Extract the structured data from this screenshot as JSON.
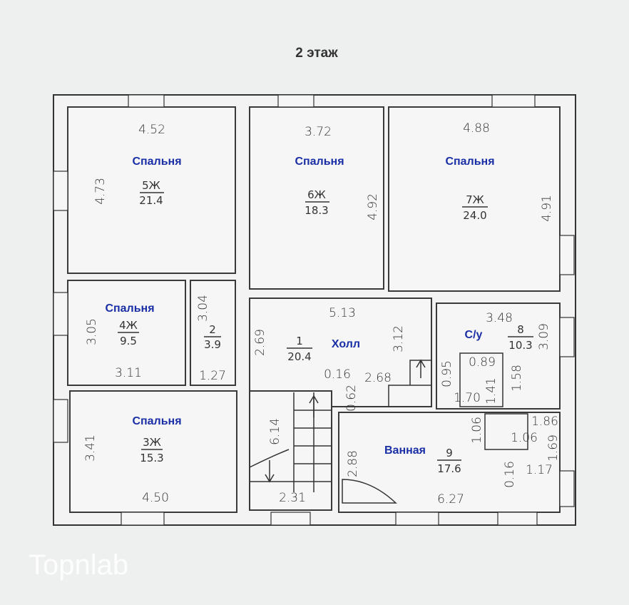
{
  "title": "2 этаж",
  "rooms": [
    {
      "name": "Спальня",
      "number": "5Ж",
      "area": "21.4",
      "dims": [
        "4.52",
        "4.73"
      ]
    },
    {
      "name": "Спальня",
      "number": "6Ж",
      "area": "18.3",
      "dims": [
        "3.72",
        "4.92"
      ]
    },
    {
      "name": "Спальня",
      "number": "7Ж",
      "area": "24.0",
      "dims": [
        "4.88",
        "4.91"
      ]
    },
    {
      "name": "Спальня",
      "number": "4Ж",
      "area": "9.5",
      "dims": [
        "3.05",
        "3.11"
      ]
    },
    {
      "name": "",
      "number": "2",
      "area": "3.9",
      "dims": [
        "3.04",
        "1.27"
      ]
    },
    {
      "name": "Спальня",
      "number": "3Ж",
      "area": "15.3",
      "dims": [
        "3.41",
        "4.50"
      ]
    },
    {
      "name": "Холл",
      "number": "1",
      "area": "20.4",
      "dims": [
        "5.13",
        "2.69",
        "3.12",
        "0.16",
        "2.68",
        "0.62"
      ]
    },
    {
      "name": "С/у",
      "number": "8",
      "area": "10.3",
      "dims": [
        "3.48",
        "3.09",
        "0.95",
        "0.89",
        "1.70",
        "1.41",
        "1.58"
      ]
    },
    {
      "name": "Ванная",
      "number": "9",
      "area": "17.6",
      "dims": [
        "2.88",
        "6.27",
        "1.06",
        "1.86",
        "1.06",
        "1.69",
        "0.16",
        "1.17"
      ]
    },
    {
      "name": "",
      "number": "",
      "area": "",
      "dims": [
        "6.14",
        "2.31"
      ]
    }
  ],
  "logo": "Topnlab"
}
